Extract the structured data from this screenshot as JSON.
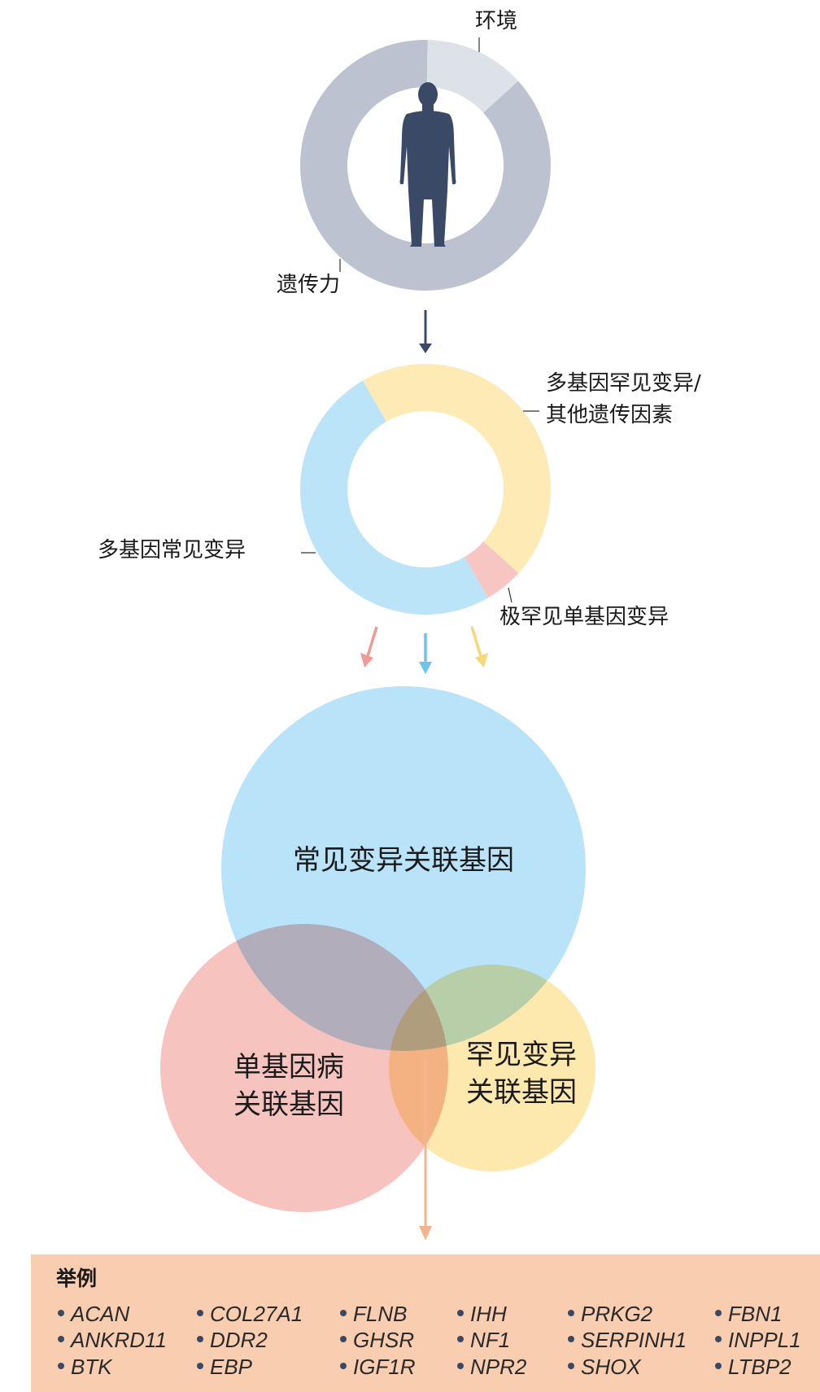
{
  "heritability_ring": {
    "segments": [
      {
        "name": "环境",
        "fraction": 0.13,
        "color": "#dde1e8"
      },
      {
        "name": "遗传力",
        "fraction": 0.87,
        "color": "#bcc2d0"
      }
    ],
    "labels": {
      "environment": "环境",
      "heritability": "遗传力"
    },
    "figure_color": "#3a4a66"
  },
  "variant_ring": {
    "segments": [
      {
        "name": "多基因罕见变异/其他遗传因素",
        "fraction": 0.45,
        "color": "#fdeab5"
      },
      {
        "name": "极罕见单基因变异",
        "fraction": 0.05,
        "color": "#f7c6c3"
      },
      {
        "name": "多基因常见变异",
        "fraction": 0.5,
        "color": "#bbe4f8"
      }
    ],
    "labels": {
      "rare_polygenic_line1": "多基因罕见变异/",
      "rare_polygenic_line2": "其他遗传因素",
      "common_polygenic": "多基因常见变异",
      "monogenic": "极罕见单基因变异"
    }
  },
  "venn": {
    "common": {
      "label": "常见变异关联基因",
      "color": "#b9e3f8"
    },
    "monogenic": {
      "line1": "单基因病",
      "line2": "关联基因",
      "color": "#f6c3bf"
    },
    "rare": {
      "line1": "罕见变异",
      "line2": "关联基因",
      "color": "#fde8ad"
    }
  },
  "examples": {
    "title": "举例",
    "columns": [
      [
        "ACAN",
        "ANKRD11",
        "BTK"
      ],
      [
        "COL27A1",
        "DDR2",
        "EBP"
      ],
      [
        "FLNB",
        "GHSR",
        "IGF1R"
      ],
      [
        "IHH",
        "NF1",
        "NPR2"
      ],
      [
        "PRKG2",
        "SERPINH1",
        "SHOX"
      ],
      [
        "FBN1",
        "INPPL1",
        "LTBP2"
      ]
    ]
  }
}
